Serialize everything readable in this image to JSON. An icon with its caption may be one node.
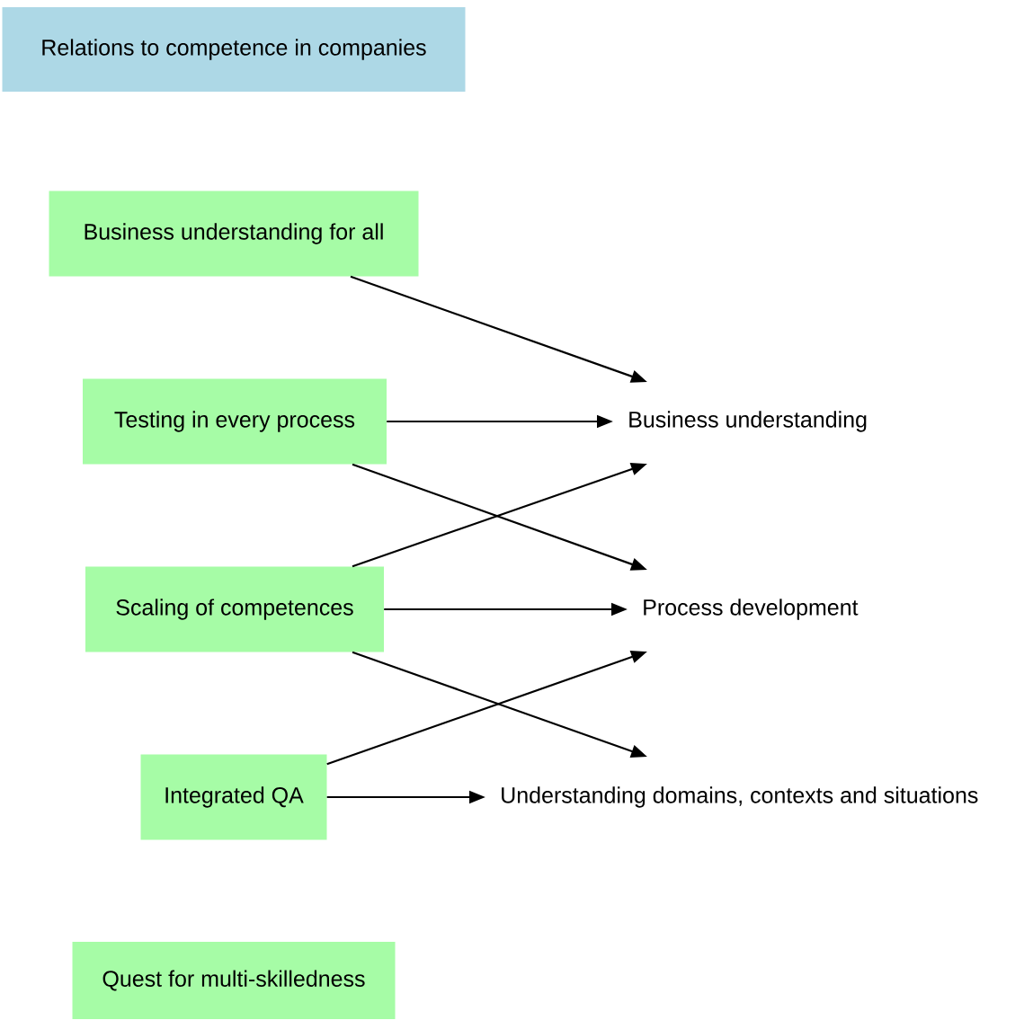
{
  "diagram": {
    "title": "Relations to competence in companies",
    "nodes": [
      {
        "text": [
          "Business understanding for all"
        ]
      },
      {
        "text": [
          "Testing in every process"
        ]
      },
      {
        "text": [
          "Scaling of competences"
        ]
      },
      {
        "text": [
          "Integrated QA"
        ]
      },
      {
        "text": [
          "Quest for multi-skilledness"
        ]
      },
      {
        "text": [
          "Business understanding"
        ]
      },
      {
        "text": [
          "Process development"
        ]
      },
      {
        "text": [
          "Understanding domains, contexts and situations"
        ]
      }
    ],
    "edges": [
      {
        "from": 0,
        "to": 5,
        "arrow": "to"
      },
      {
        "from": 1,
        "to": 5,
        "arrow": "to"
      },
      {
        "from": 1,
        "to": 6,
        "arrow": "to"
      },
      {
        "from": 2,
        "to": 5,
        "arrow": "to"
      },
      {
        "from": 2,
        "to": 6,
        "arrow": "to"
      },
      {
        "from": 2,
        "to": 7,
        "arrow": "to"
      },
      {
        "from": 3,
        "to": 6,
        "arrow": "to"
      },
      {
        "from": 3,
        "to": 7,
        "arrow": "to"
      }
    ]
  }
}
